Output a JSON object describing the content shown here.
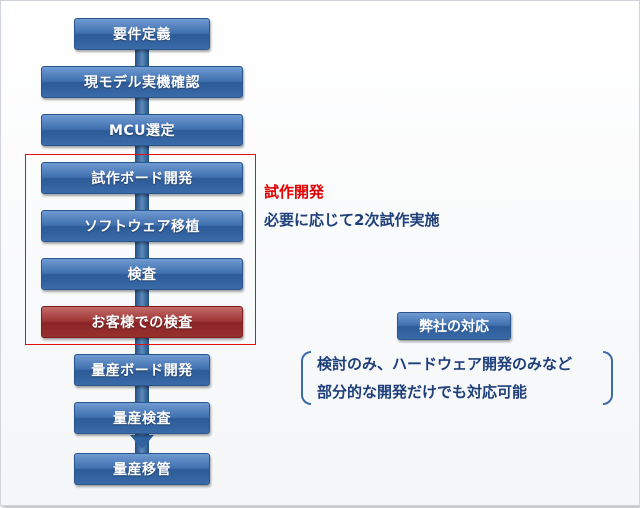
{
  "flow": {
    "steps": [
      {
        "label": "要件定義"
      },
      {
        "label": "現モデル実機確認"
      },
      {
        "label": "MCU選定"
      },
      {
        "label": "試作ボード開発"
      },
      {
        "label": "ソフトウェア移植"
      },
      {
        "label": "検査"
      },
      {
        "label": "お客様での検査"
      },
      {
        "label": "量産ボード開発"
      },
      {
        "label": "量産検査"
      },
      {
        "label": "量産移管"
      }
    ]
  },
  "prototype_note": {
    "title": "試作開発",
    "body": "必要に応じて2次試作実施"
  },
  "support": {
    "badge": "弊社の対応",
    "lines": [
      "検討のみ、ハードウェア開発のみなど",
      "部分的な開発だけでも対応可能"
    ]
  },
  "colors": {
    "step_blue": "#3f6fae",
    "customer_red": "#9e3434",
    "highlight_red": "#e01010",
    "text_navy": "#1f3f7a"
  }
}
